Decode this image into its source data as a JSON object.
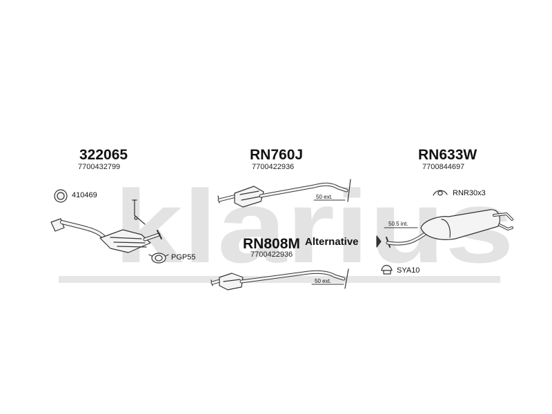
{
  "watermark": {
    "brand": "klarius",
    "color": "#e3e3e3"
  },
  "parts": {
    "catalyst": {
      "code": "322065",
      "oem": "7700432799"
    },
    "middle": {
      "code": "RN760J",
      "oem": "7700422936",
      "ext": "50 ext."
    },
    "alternative": {
      "code": "RN808M",
      "oem": "7700422936",
      "label": "Alternative",
      "ext": "50 ext."
    },
    "rear": {
      "code": "RN633W",
      "oem": "7700844697",
      "int": "50.5 int."
    }
  },
  "fittings": {
    "gasket": "410469",
    "clamp": "PGP55",
    "rubbers": "RNR30x3",
    "clamp_rear": "SYA10"
  },
  "colors": {
    "line": "#333333",
    "fill": "#f4f4f4",
    "text": "#111111"
  }
}
